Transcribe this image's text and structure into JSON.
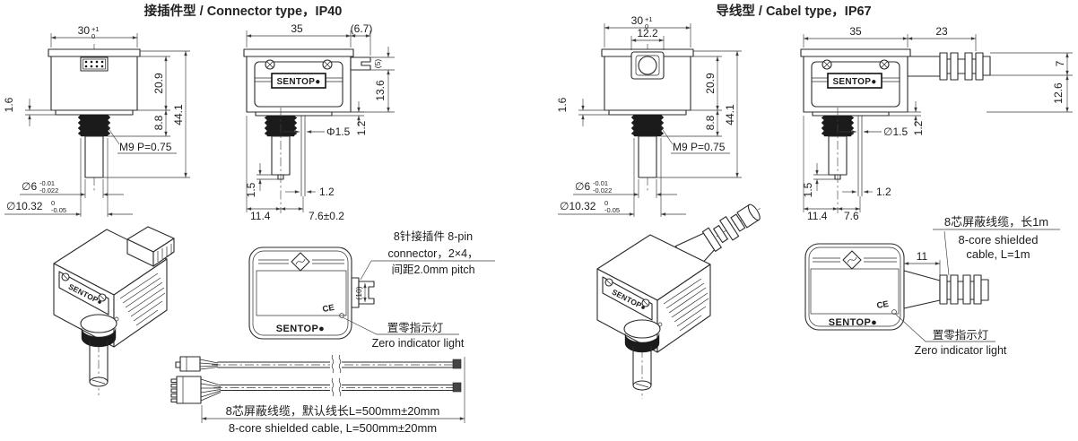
{
  "colors": {
    "line": "#2b2b2b",
    "background": "#ffffff"
  },
  "left": {
    "title": "接插件型 / Connector type，IP40",
    "front": {
      "w": "30",
      "w_up": "+1",
      "w_dn": "0",
      "h_body": "20.9",
      "h_total": "44.1",
      "lip": "1.6",
      "thread_len": "8.8",
      "thread_spec": "M9 P=0.75",
      "d_probe": "∅6",
      "d_probe_up": "-0.01",
      "d_probe_dn": "-0.022",
      "d_bush": "∅10.32",
      "d_bush_up": "0",
      "d_bush_dn": "-0.05"
    },
    "side": {
      "w": "35",
      "tab_w": "(6.7)",
      "tab_h": "(5)",
      "tab_pos": "13.6",
      "pin_d": "Φ1.5",
      "lip2": "1.2",
      "tip": "1.5",
      "pin_w": "1.2",
      "off": "11.4",
      "pitch": "7.6±0.2",
      "brand": "SENTOP●"
    },
    "back": {
      "brand": "SENTOP●",
      "ce": "CE",
      "tab_len": "(10)",
      "pin_note1": "8针接插件 8-pin",
      "pin_note2": "connector，2×4，",
      "pin_note3": "间距2.0mm pitch",
      "zero_cn": "置零指示灯",
      "zero_en": "Zero indicator light"
    },
    "cable_note_cn": "8芯屏蔽线缆，默认线长L=500mm±20mm",
    "cable_note_en": "8-core shielded cable, L=500mm±20mm"
  },
  "right": {
    "title": "导线型 / Cabel type，IP67",
    "front": {
      "w": "30",
      "w_up": "+1",
      "w_dn": "0",
      "gland_w": "12.2",
      "h_body": "20.9",
      "h_total": "44.1",
      "lip": "1.6",
      "thread_len": "8.8",
      "thread_spec": "M9 P=0.75",
      "d_probe": "∅6",
      "d_probe_up": "-0.01",
      "d_probe_dn": "-0.022",
      "d_bush": "∅10.32",
      "d_bush_up": "0",
      "d_bush_dn": "-0.05"
    },
    "side": {
      "w": "35",
      "gland_len": "23",
      "cable_d": "7",
      "gland_h": "12.6",
      "pin_d": "∅1.5",
      "lip2": "1.2",
      "tip": "1.5",
      "pin_w": "1.2",
      "off": "11.4",
      "pitch": "7.6",
      "brand": "SENTOP●"
    },
    "back": {
      "brand": "SENTOP●",
      "ce": "CE",
      "gland_dim": "11",
      "cable_cn": "8芯屏蔽线缆，长1m",
      "cable_en1": "8-core shielded",
      "cable_en2": "cable, L=1m",
      "zero_cn": "置零指示灯",
      "zero_en": "Zero indicator light"
    }
  }
}
